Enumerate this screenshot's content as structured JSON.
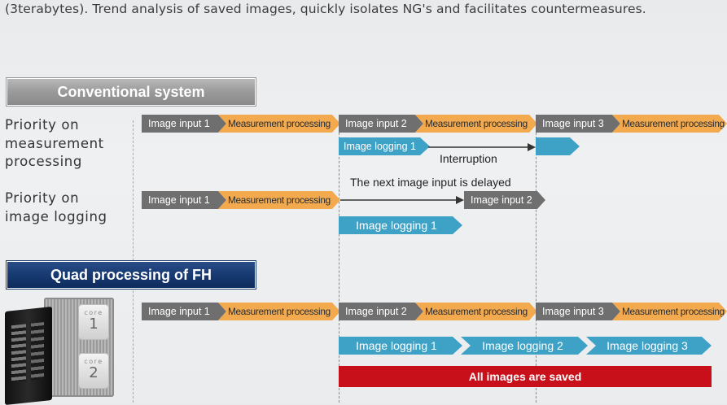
{
  "intro_text": "(3terabytes). Trend analysis of saved images, quickly isolates NG's and facilitates countermeasures.",
  "conventional": {
    "title": "Conventional system",
    "row1_label": [
      "Priority on",
      "measurement",
      "processing"
    ],
    "row2_label": [
      "Priority on",
      "image logging"
    ],
    "interruption": "Interruption",
    "delayed": "The next image input is delayed"
  },
  "quad": {
    "title": "Quad processing of FH",
    "core_text": "core",
    "core1": "1",
    "core2": "2",
    "all_saved": "All images are saved"
  },
  "blocks": {
    "in1": "Image input 1",
    "in2": "Image input 2",
    "in3": "Image input 3",
    "meas": "Measurement processing",
    "log1": "Image logging 1",
    "log2": "Image logging 2",
    "log3": "Image logging 3"
  },
  "colors": {
    "input": "#6f6f6f",
    "measurement": "#f3aa4e",
    "logging": "#3ea2c7",
    "all_saved": "#c8101b",
    "quad_header": "#173a72",
    "conventional_header": "#9a9a9a"
  }
}
